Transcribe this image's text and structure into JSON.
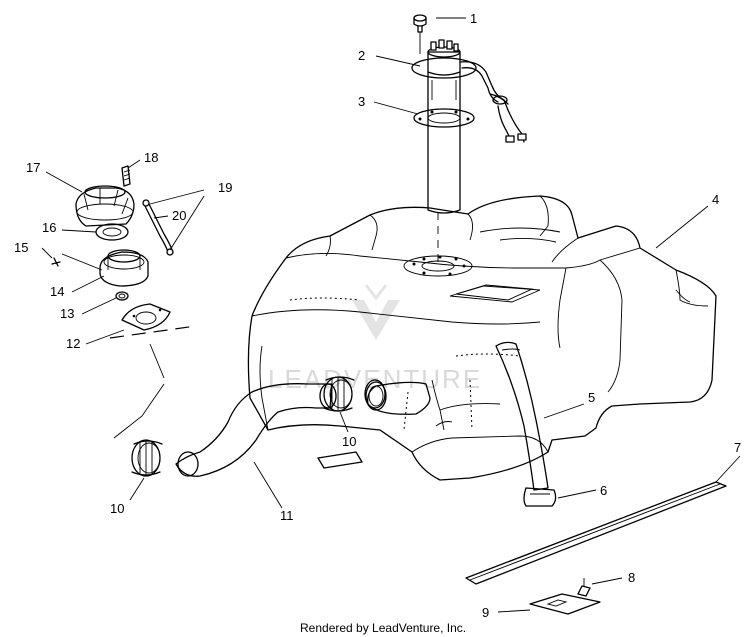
{
  "diagram": {
    "callouts": {
      "c1": "1",
      "c2": "2",
      "c3": "3",
      "c4": "4",
      "c5": "5",
      "c6": "6",
      "c7": "7",
      "c8": "8",
      "c9": "9",
      "c10a": "10",
      "c10b": "10",
      "c11": "11",
      "c12": "12",
      "c13": "13",
      "c14": "14",
      "c15": "15",
      "c16": "16",
      "c17": "17",
      "c18": "18",
      "c19": "19",
      "c20": "20"
    },
    "watermark": "LEADVENTURE",
    "footer": "Rendered by LeadVenture, Inc."
  }
}
